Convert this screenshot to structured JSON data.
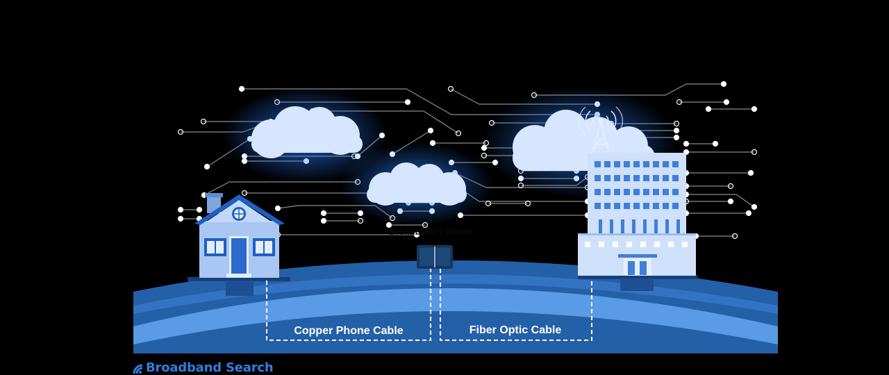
{
  "labels": {
    "box_label": "Broadband Cabinet",
    "copper_label": "Copper Phone Cable",
    "fiber_label": "Fiber Optic Cable"
  },
  "brand": {
    "name": "Broadband Search",
    "icon": "wifi-arc-icon",
    "color": "#2f7fe0"
  },
  "colors": {
    "background": "#000000",
    "cloud": "#d6e6ff",
    "cloud_glow": "#2a7cff",
    "ground_dark": "#2460a8",
    "ground_light": "#5b9be6",
    "house_wall": "#a9c7f2",
    "house_roof": "#1f5fc4",
    "building": "#cfe0fb",
    "cabinet": "#16365e",
    "circuit_line": "#8c8c8c",
    "node": "#ffffff"
  }
}
